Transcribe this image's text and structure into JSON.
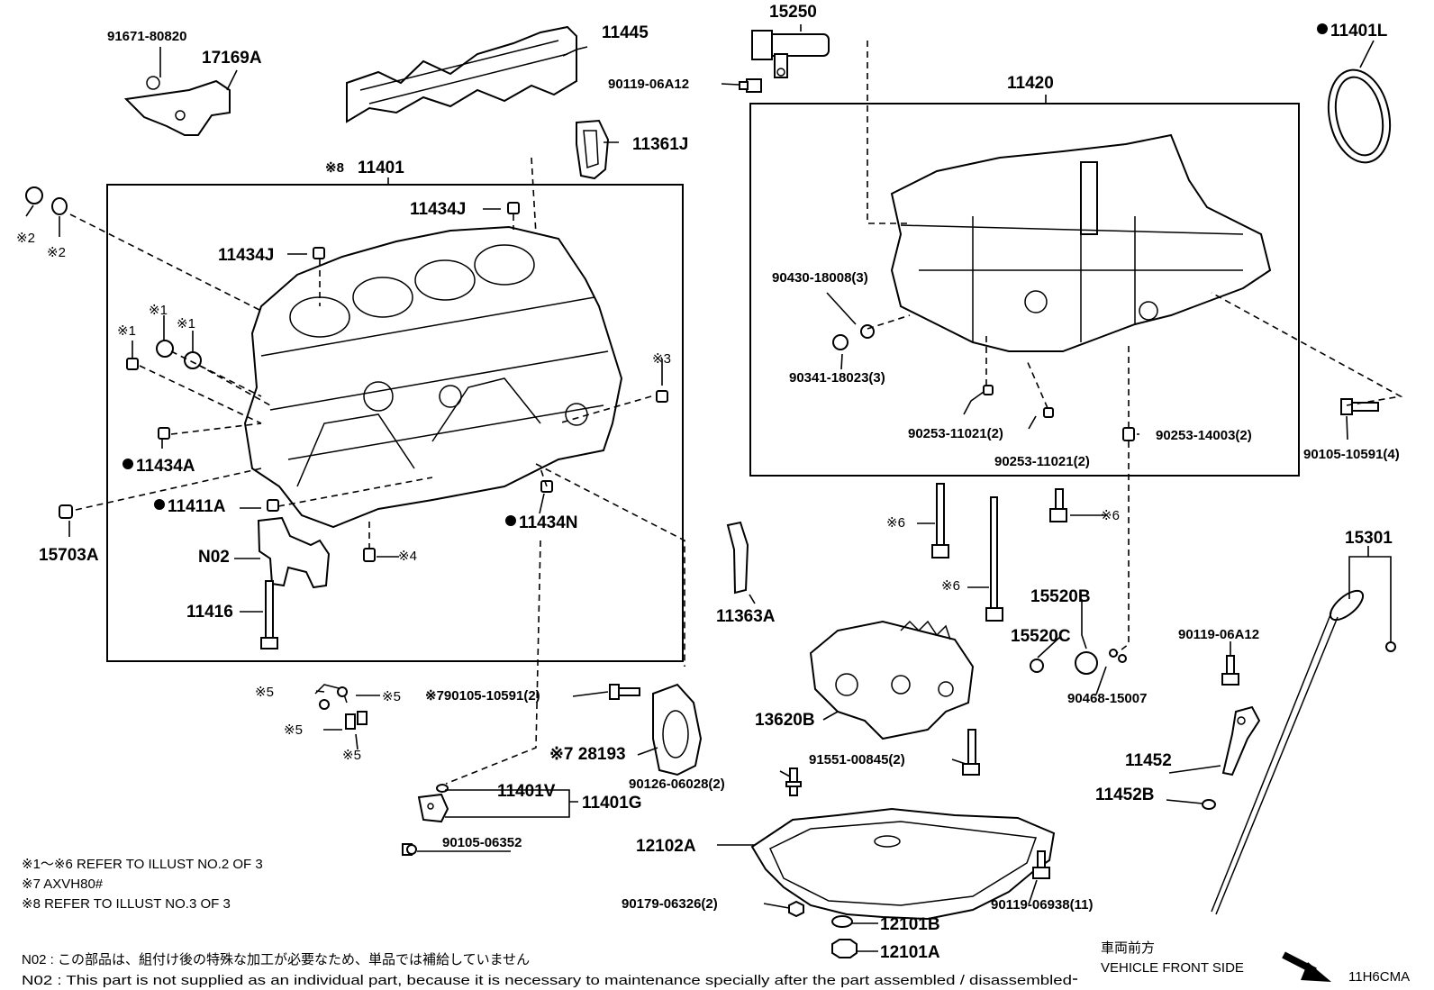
{
  "labels": {
    "p_91671_80820": "91671-80820",
    "p_17169A": "17169A",
    "p_11445": "11445",
    "p_15250": "15250",
    "p_90119_06A12_top": "90119-06A12",
    "p_11401L": "11401L",
    "p_11361J": "11361J",
    "p_11401_prefix": "※8",
    "p_11401": "11401",
    "p_11420": "11420",
    "p_11434J_a": "11434J",
    "p_11434J_b": "11434J",
    "ref_2a": "※2",
    "ref_2b": "※2",
    "ref_1a": "※1",
    "ref_1b": "※1",
    "ref_1c": "※1",
    "ref_3": "※3",
    "p_11434A": "11434A",
    "p_11411A": "11411A",
    "p_11434N": "11434N",
    "p_15703A": "15703A",
    "p_N02": "N02",
    "ref_4": "※4",
    "p_11416": "11416",
    "p_90430": "90430-18008(3)",
    "p_90341": "90341-18023(3)",
    "p_90253_a": "90253-11021(2)",
    "p_90253_b": "90253-11021(2)",
    "p_90253_c": "90253-14003(2)",
    "p_90105_10591_4": "90105-10591(4)",
    "ref_6a": "※6",
    "ref_6b": "※6",
    "ref_6c": "※6",
    "p_15301": "15301",
    "p_15520B": "15520B",
    "p_15520C": "15520C",
    "p_11363A": "11363A",
    "p_90119_06A12_r": "90119-06A12",
    "p_90468": "90468-15007",
    "p_13620B": "13620B",
    "ref_5a": "※5",
    "ref_5b": "※5",
    "ref_5c": "※5",
    "ref_5d": "※5",
    "p_90105_10591_2": "※790105-10591(2)",
    "p_28193": "※7 28193",
    "p_91551": "91551-00845(2)",
    "p_11452": "11452",
    "p_11452B": "11452B",
    "p_90126": "90126-06028(2)",
    "p_11401V": "11401V",
    "p_11401G": "11401G",
    "p_90105_06352": "90105-06352",
    "p_12102A": "12102A",
    "p_90179": "90179-06326(2)",
    "p_90119_06938": "90119-06938(11)",
    "p_12101B": "12101B",
    "p_12101A": "12101A"
  },
  "notes": {
    "n1": "※1～※6  REFER TO ILLUST NO.2 OF 3",
    "n2": "※7 AXVH80#",
    "n3": "※8 REFER TO ILLUST NO.3 OF 3",
    "n02_jp": "N02 : この部品は、組付け後の特殊な加工が必要なため、単品では補給していません",
    "n02_en": "N02 : This part is not supplied as an individual part, because it is necessary to maintenance specially after the part assembled / disassembled"
  },
  "front": {
    "jp": "車両前方",
    "en": "VEHICLE FRONT SIDE",
    "code": "11H6CMA"
  }
}
